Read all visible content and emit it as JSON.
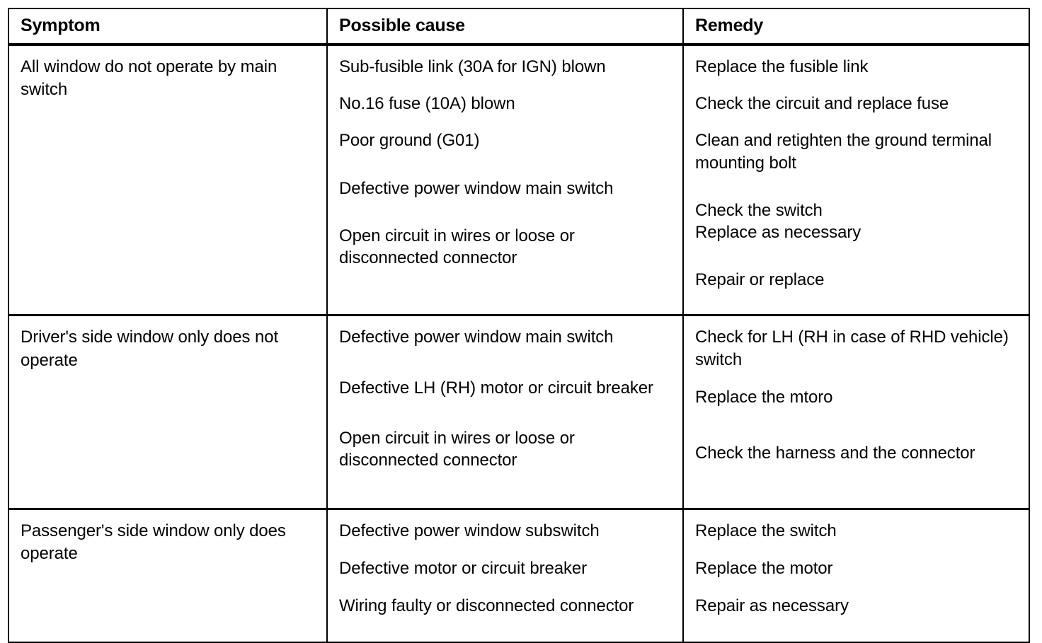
{
  "table": {
    "columns": [
      "Symptom",
      "Possible cause",
      "Remedy"
    ],
    "rows": [
      {
        "symptom": "All window do not operate by main switch",
        "causes": [
          "Sub-fusible link (30A for IGN) blown",
          "No.16 fuse (10A) blown",
          "Poor ground (G01)",
          "Defective power window main switch",
          "Open circuit in wires or loose or disconnected connector"
        ],
        "remedies": [
          "Replace the fusible link",
          "Check the circuit and replace fuse",
          "Clean and retighten the ground terminal mounting bolt",
          "Check the switch\nReplace as necessary",
          "Repair or replace"
        ]
      },
      {
        "symptom": "Driver's side window only does not operate",
        "causes": [
          "Defective power window main switch",
          "Defective LH (RH) motor or circuit breaker",
          "Open circuit in wires or loose or disconnected connector"
        ],
        "remedies": [
          "Check for LH (RH in case of RHD vehicle) switch",
          "Replace the mtoro",
          "Check the harness and the connector"
        ]
      },
      {
        "symptom": "Passenger's side window only does operate",
        "causes": [
          "Defective power window subswitch",
          "Defective motor or circuit breaker",
          "Wiring faulty or disconnected connector"
        ],
        "remedies": [
          "Replace the switch",
          "Replace the motor",
          "Repair as necessary"
        ]
      }
    ]
  },
  "colors": {
    "ink": "#000000",
    "paper": "#ffffff"
  }
}
